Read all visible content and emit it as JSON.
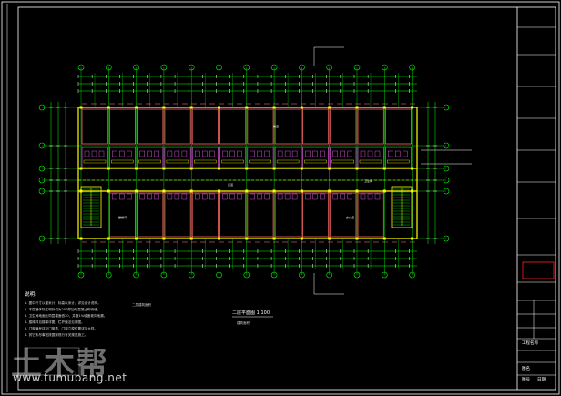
{
  "drawing": {
    "title": "二层平面图 1:100",
    "subtitle": "建筑面积",
    "left_note": "二层建筑面积",
    "notes_heading": "说明:",
    "notes": [
      "1. 图中尺寸以毫米计，标高以米计，详见设计说明。",
      "2. 本层墙体除注明外均为200厚加气混凝土砌块墙。",
      "3. 卫生间地面比同层楼面低20，并做1%坡度坡向地漏。",
      "4. 楼梯详见楼梯详图，栏杆做法见详图。",
      "5. 门窗编号详见门窗表，门窗立樘位置详见大样。",
      "6. 其它未尽事宜按国家现行有关规范施工。"
    ],
    "tags": [
      "楼梯间",
      "卫生间",
      "走道",
      "教室",
      "办公室"
    ]
  },
  "title_block": {
    "project_label": "工程名称",
    "drawing_label": "图名",
    "number_label": "图号",
    "date_label": "日期"
  },
  "watermark": {
    "logo": "土木帮",
    "url": "www.tumubang.net"
  },
  "colors": {
    "background": "#000000",
    "frame": "#ffffff",
    "axis": "#00ff00",
    "wall": "#ffff00",
    "room": "#ff6666",
    "detail": "#ff66ff",
    "dim": "#ffffff",
    "blue": "#4488ff"
  }
}
